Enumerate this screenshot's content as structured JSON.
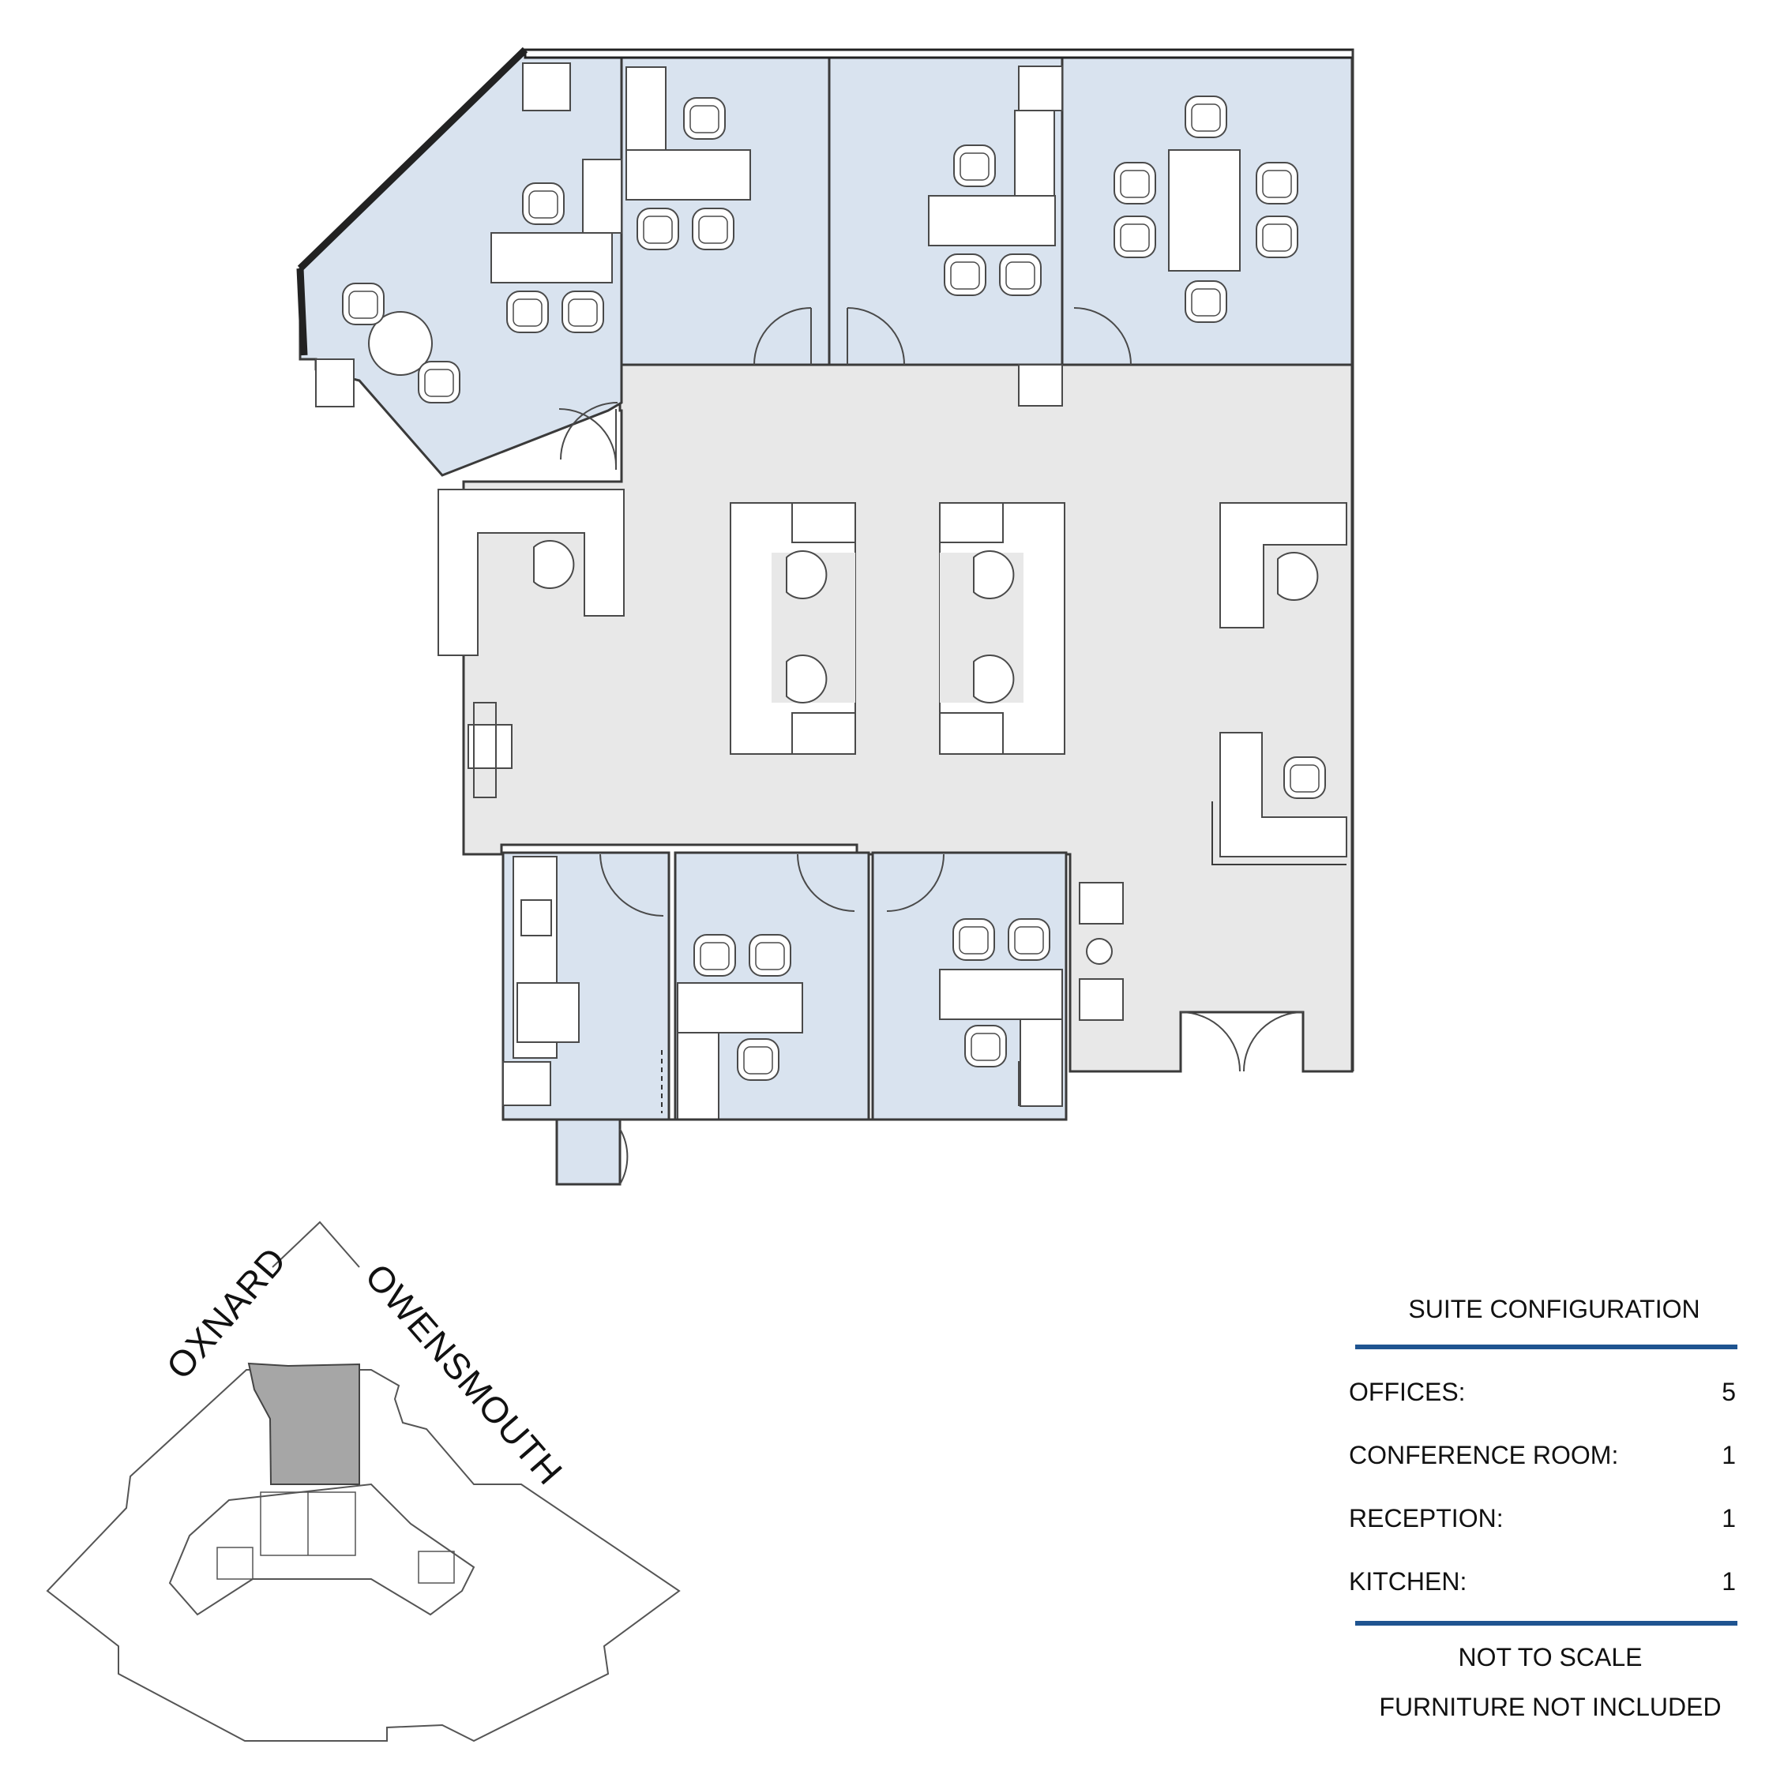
{
  "streets": {
    "oxnard": "OXNARD",
    "owensmouth": "OWENSMOUTH"
  },
  "suite_configuration": {
    "title": "SUITE CONFIGURATION",
    "rows": [
      {
        "label": "OFFICES:",
        "value": "5"
      },
      {
        "label": "CONFERENCE ROOM:",
        "value": "1"
      },
      {
        "label": "RECEPTION:",
        "value": "1"
      },
      {
        "label": "KITCHEN:",
        "value": "1"
      }
    ],
    "notes": {
      "scale": "NOT TO SCALE",
      "furniture": "FURNITURE NOT INCLUDED"
    }
  },
  "colors": {
    "office_fill": "#d9e3ef",
    "open_area_fill": "#e8e8e8",
    "rule_blue": "#1f5490",
    "highlight_suite": "#a6a6a6"
  }
}
